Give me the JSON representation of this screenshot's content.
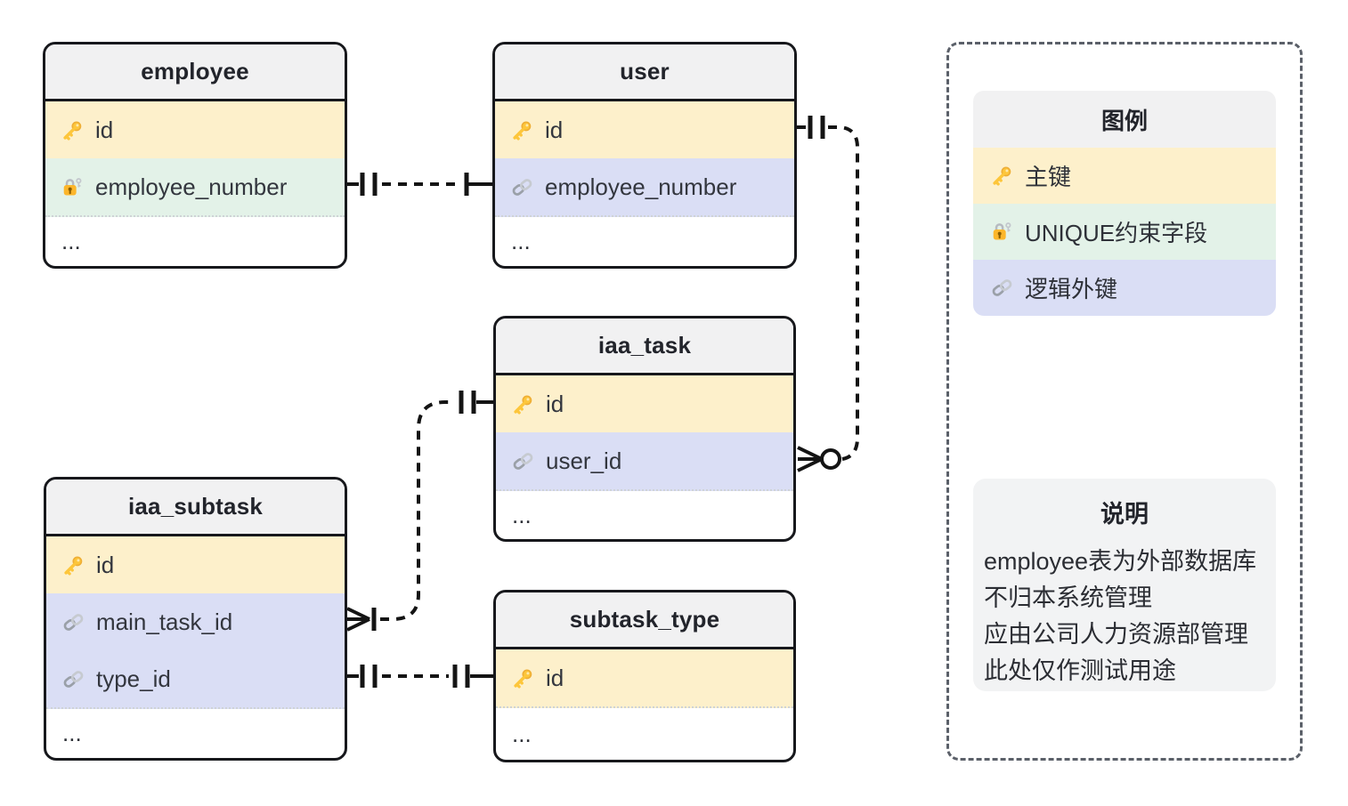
{
  "tables": {
    "employee": {
      "title": "employee",
      "fields": [
        {
          "name": "id",
          "icon": "primary-key",
          "bg": "yellow"
        },
        {
          "name": "employee_number",
          "icon": "unique-lock",
          "bg": "green"
        },
        {
          "name": "...",
          "icon": null,
          "bg": "white"
        }
      ]
    },
    "user": {
      "title": "user",
      "fields": [
        {
          "name": "id",
          "icon": "primary-key",
          "bg": "yellow"
        },
        {
          "name": "employee_number",
          "icon": "foreign-key-link",
          "bg": "purple"
        },
        {
          "name": "...",
          "icon": null,
          "bg": "white"
        }
      ]
    },
    "iaa_task": {
      "title": "iaa_task",
      "fields": [
        {
          "name": "id",
          "icon": "primary-key",
          "bg": "yellow"
        },
        {
          "name": "user_id",
          "icon": "foreign-key-link",
          "bg": "purple"
        },
        {
          "name": "...",
          "icon": null,
          "bg": "white"
        }
      ]
    },
    "iaa_subtask": {
      "title": "iaa_subtask",
      "fields": [
        {
          "name": "id",
          "icon": "primary-key",
          "bg": "yellow"
        },
        {
          "name": "main_task_id",
          "icon": "foreign-key-link",
          "bg": "purple"
        },
        {
          "name": "type_id",
          "icon": "foreign-key-link",
          "bg": "purple"
        },
        {
          "name": "...",
          "icon": null,
          "bg": "white"
        }
      ]
    },
    "subtask_type": {
      "title": "subtask_type",
      "fields": [
        {
          "name": "id",
          "icon": "primary-key",
          "bg": "yellow"
        },
        {
          "name": "...",
          "icon": null,
          "bg": "white"
        }
      ]
    }
  },
  "legend": {
    "title": "图例",
    "rows": [
      {
        "icon": "primary-key",
        "label": "主键",
        "bg": "yellow"
      },
      {
        "icon": "unique-lock",
        "label": "UNIQUE约束字段",
        "bg": "green"
      },
      {
        "icon": "foreign-key-link",
        "label": "逻辑外键",
        "bg": "purple"
      }
    ]
  },
  "notes": {
    "title": "说明",
    "lines": [
      "employee表为外部数据库",
      "不归本系统管理",
      "应由公司人力资源部管理",
      "此处仅作测试用途"
    ]
  },
  "relationships": [
    {
      "from": "employee.employee_number",
      "from_cardinality": "exactly-one",
      "to": "user.employee_number",
      "to_cardinality": "one",
      "style": "dashed"
    },
    {
      "from": "user.id",
      "from_cardinality": "exactly-one",
      "to": "iaa_task.user_id",
      "to_cardinality": "zero-or-many",
      "style": "dashed"
    },
    {
      "from": "iaa_task.id",
      "from_cardinality": "exactly-one",
      "to": "iaa_subtask.main_task_id",
      "to_cardinality": "one-or-many",
      "style": "dashed"
    },
    {
      "from": "iaa_subtask.type_id",
      "from_cardinality": "exactly-one",
      "to": "subtask_type.id",
      "to_cardinality": "exactly-one",
      "style": "dashed"
    }
  ],
  "colors": {
    "primary_key_row": "#fdf0cb",
    "unique_row": "#e3f2e8",
    "foreign_key_row": "#dadef5",
    "table_header": "#f1f1f2",
    "notes_panel": "#f2f3f4",
    "table_border": "#17181c",
    "relationship_line": "#141414",
    "dashed_container_border": "#5b6069"
  }
}
